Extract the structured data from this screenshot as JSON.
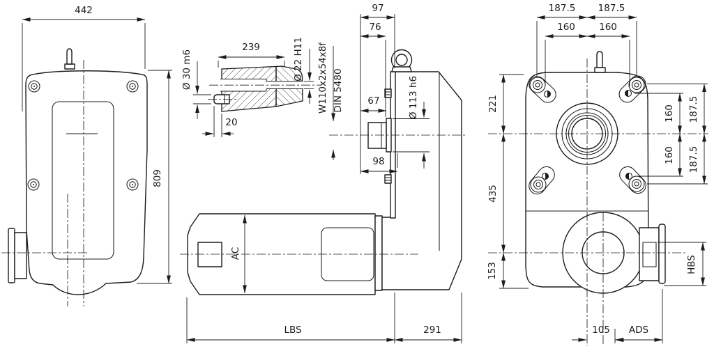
{
  "drawing": {
    "ink": "#1c1c1c",
    "bg": "#ffffff",
    "top_view": {
      "dim_width": "442",
      "dim_height": "809"
    },
    "shaft_section": {
      "dim_length": "239",
      "dim_pin_dia": "Ø 30 m6",
      "dim_bore_dia": "Ø 22 H11",
      "dim_pin_len": "20"
    },
    "side_view": {
      "spline_spec": "W110x2x54x8f",
      "spline_standard": "DIN 5480",
      "dim_97": "97",
      "dim_76": "76",
      "dim_67": "67",
      "dim_98": "98",
      "dim_hub_dia": "Ø 113 h6",
      "dim_motor_dia": "AC",
      "dim_motor_len": "LBS",
      "dim_gear_len": "291"
    },
    "front_view": {
      "dim_half_width_l": "187.5",
      "dim_half_width_r": "187.5",
      "dim_hole_l": "160",
      "dim_hole_r": "160",
      "dim_top_to_axis": "221",
      "dim_axis_to_axis": "435",
      "dim_axis_to_base": "153",
      "dim_hole_up": "160",
      "dim_corner_up": "187.5",
      "dim_hole_dn": "160",
      "dim_corner_dn": "187.5",
      "dim_flange_h": "HBS",
      "dim_offset": "105",
      "dim_flange_w": "ADS"
    }
  }
}
